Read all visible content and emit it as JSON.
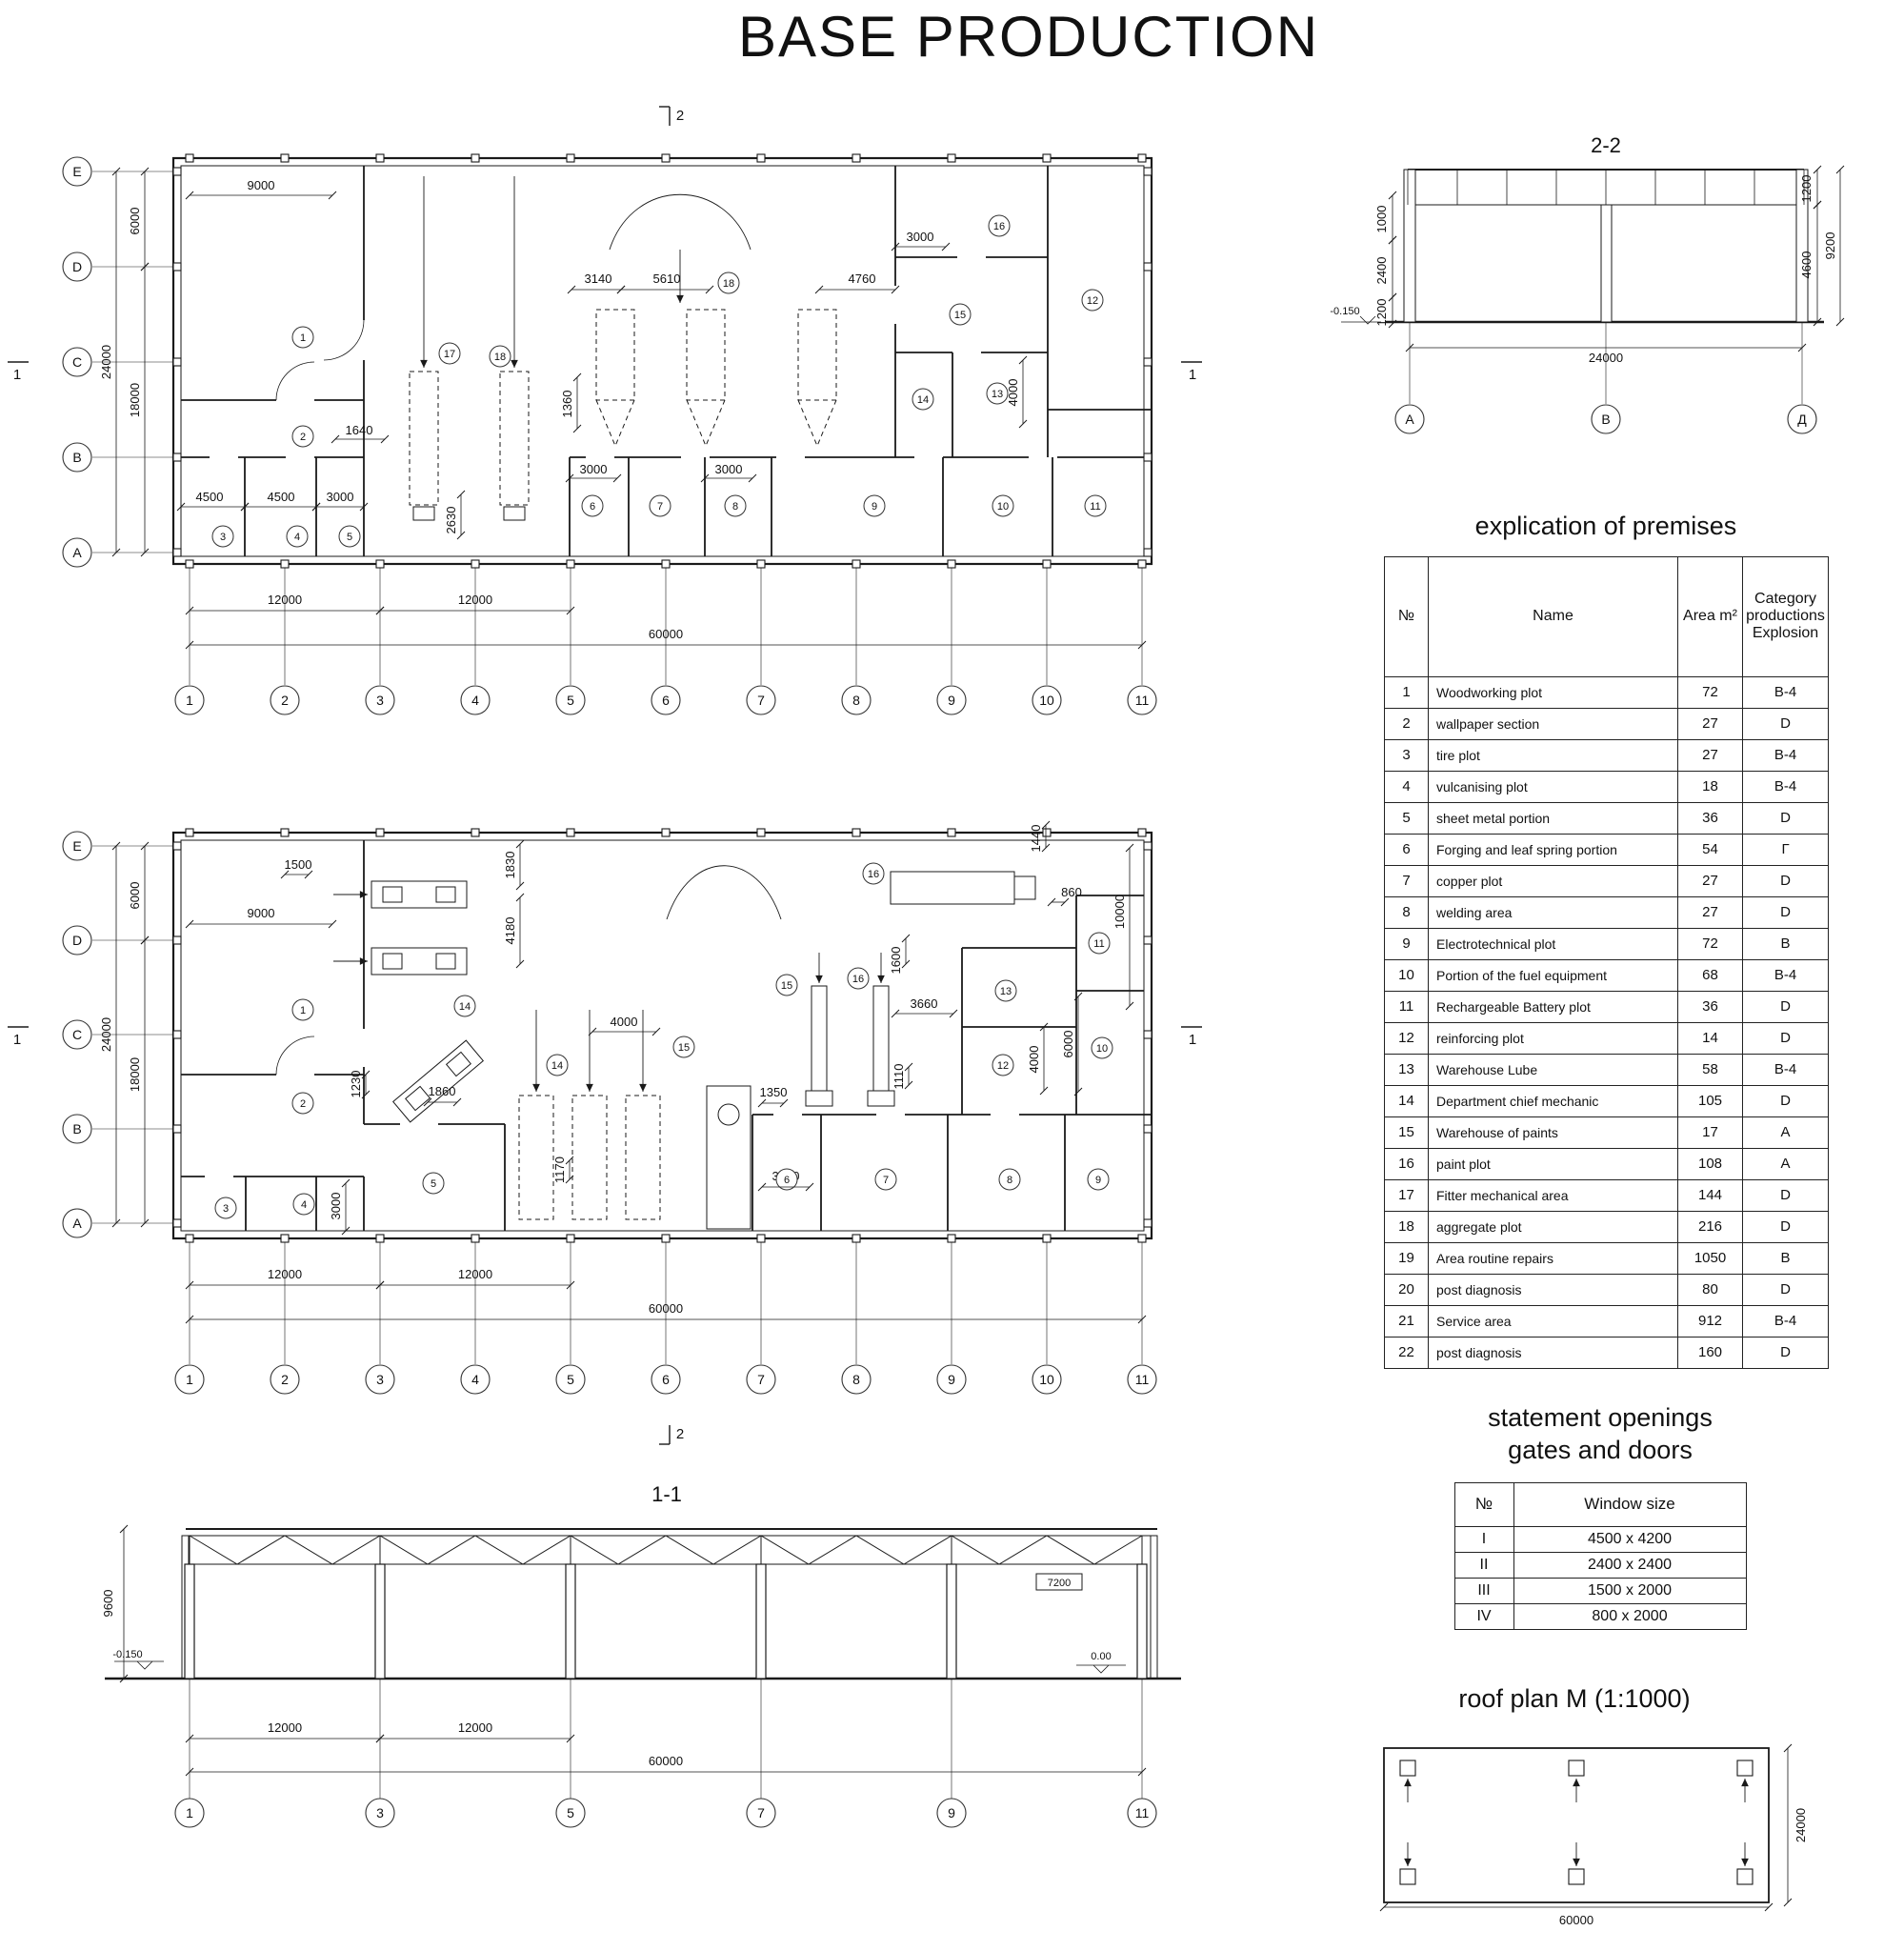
{
  "title": "BASE PRODUCTION",
  "plan1": {
    "col_bubbles": [
      "1",
      "2",
      "3",
      "4",
      "5",
      "6",
      "7",
      "8",
      "9",
      "10",
      "11"
    ],
    "row_bubbles": [
      "E",
      "D",
      "C",
      "B",
      "A"
    ],
    "dim_labels": [
      "9000",
      "3140",
      "5610",
      "4760",
      "3000",
      "1640",
      "1360",
      "3000",
      "3000",
      "4000",
      "2630",
      "4500",
      "4500",
      "3000",
      "6000",
      "24000",
      "18000",
      "12000",
      "12000",
      "60000"
    ],
    "room_tags": [
      "1",
      "2",
      "3",
      "4",
      "5",
      "6",
      "7",
      "8",
      "9",
      "10",
      "11",
      "12",
      "13",
      "14",
      "15",
      "16",
      "17",
      "18",
      "18"
    ],
    "markers": [
      "2",
      "1",
      "1"
    ]
  },
  "plan2": {
    "col_bubbles": [
      "1",
      "2",
      "3",
      "4",
      "5",
      "6",
      "7",
      "8",
      "9",
      "10",
      "11"
    ],
    "row_bubbles": [
      "E",
      "D",
      "C",
      "B",
      "A"
    ],
    "dim_labels": [
      "1500",
      "9000",
      "1830",
      "4180",
      "1440",
      "860",
      "10000",
      "1600",
      "3660",
      "4000",
      "4000",
      "6000",
      "1230",
      "1860",
      "1170",
      "3000",
      "1350",
      "1110",
      "3000",
      "6000",
      "24000",
      "18000",
      "12000",
      "12000",
      "60000"
    ],
    "room_tags": [
      "1",
      "2",
      "3",
      "4",
      "5",
      "6",
      "7",
      "8",
      "9",
      "10",
      "11",
      "12",
      "13",
      "14",
      "14",
      "15",
      "15",
      "16",
      "16"
    ],
    "markers": [
      "2",
      "1",
      "1"
    ]
  },
  "section11": {
    "title": "1-1",
    "dim_labels": [
      "9600",
      "7200",
      "-0.150",
      "0.00",
      "12000",
      "12000",
      "60000"
    ],
    "col_bubbles": [
      "1",
      "3",
      "5",
      "7",
      "9",
      "11"
    ]
  },
  "section22": {
    "title": "2-2",
    "dim_labels": [
      "1200",
      "9200",
      "4600",
      "1000",
      "2400",
      "1200",
      "-0.150",
      "24000"
    ],
    "col_bubbles": [
      "А",
      "В",
      "Д"
    ]
  },
  "explication": {
    "title": "explication of premises",
    "headers": {
      "num": "№",
      "name": "Name",
      "area": "Area m²",
      "category": "Category productions Explosion"
    },
    "rows": [
      {
        "num": "1",
        "name": "Woodworking plot",
        "area": "72",
        "cat": "B-4"
      },
      {
        "num": "2",
        "name": "wallpaper section",
        "area": "27",
        "cat": "D"
      },
      {
        "num": "3",
        "name": "tire plot",
        "area": "27",
        "cat": "B-4"
      },
      {
        "num": "4",
        "name": "vulcanising plot",
        "area": "18",
        "cat": "B-4"
      },
      {
        "num": "5",
        "name": "sheet metal portion",
        "area": "36",
        "cat": "D"
      },
      {
        "num": "6",
        "name": "Forging and leaf spring portion",
        "area": "54",
        "cat": "Г"
      },
      {
        "num": "7",
        "name": "copper plot",
        "area": "27",
        "cat": "D"
      },
      {
        "num": "8",
        "name": "welding area",
        "area": "27",
        "cat": "D"
      },
      {
        "num": "9",
        "name": "Electrotechnical plot",
        "area": "72",
        "cat": "B"
      },
      {
        "num": "10",
        "name": "Portion of the fuel equipment",
        "area": "68",
        "cat": "B-4"
      },
      {
        "num": "11",
        "name": "Rechargeable Battery plot",
        "area": "36",
        "cat": "D"
      },
      {
        "num": "12",
        "name": "reinforcing plot",
        "area": "14",
        "cat": "D"
      },
      {
        "num": "13",
        "name": "Warehouse Lube",
        "area": "58",
        "cat": "B-4"
      },
      {
        "num": "14",
        "name": "Department chief mechanic",
        "area": "105",
        "cat": "D"
      },
      {
        "num": "15",
        "name": "Warehouse of paints",
        "area": "17",
        "cat": "A"
      },
      {
        "num": "16",
        "name": "paint plot",
        "area": "108",
        "cat": "A"
      },
      {
        "num": "17",
        "name": "Fitter mechanical area",
        "area": "144",
        "cat": "D"
      },
      {
        "num": "18",
        "name": "aggregate plot",
        "area": "216",
        "cat": "D"
      },
      {
        "num": "19",
        "name": "Area routine repairs",
        "area": "1050",
        "cat": "B"
      },
      {
        "num": "20",
        "name": "post diagnosis",
        "area": "80",
        "cat": "D"
      },
      {
        "num": "21",
        "name": "Service area",
        "area": "912",
        "cat": "B-4"
      },
      {
        "num": "22",
        "name": "post diagnosis",
        "area": "160",
        "cat": "D"
      }
    ]
  },
  "openings": {
    "title_lines": [
      "statement openings",
      "gates and doors"
    ],
    "headers": {
      "num": "№",
      "size": "Window size"
    },
    "rows": [
      {
        "num": "I",
        "size": "4500 x 4200"
      },
      {
        "num": "II",
        "size": "2400 x 2400"
      },
      {
        "num": "III",
        "size": "1500 x 2000"
      },
      {
        "num": "IV",
        "size": "800 x 2000"
      }
    ]
  },
  "roof": {
    "title": "roof plan M (1:1000)",
    "dim_labels": [
      "60000",
      "24000"
    ]
  }
}
